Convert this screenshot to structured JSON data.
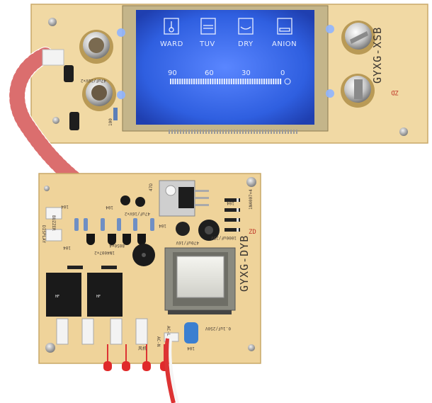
{
  "display_board": {
    "lcd_labels": [
      "WARD",
      "TUV",
      "DRY",
      "ANION"
    ],
    "scale_labels": [
      "90",
      "60",
      "30",
      "0"
    ],
    "model_text": "GYXG-XSB",
    "logo_text": "ZD",
    "silk_cap": "47uF/16V×2",
    "silk_res": "100",
    "colors": {
      "pcb": "#f1d9a4",
      "lcd": "#2f5fe0",
      "lcd_glow": "#6f9bff"
    }
  },
  "power_board": {
    "model_text": "GYXG-DYB",
    "logo_text": "ZD",
    "silk_labels": {
      "diode1": "1N4007×4",
      "diode2": "1N4007×2",
      "cap_big": "1000uF/25V",
      "cap_small": "470uF/16V",
      "trans": "8050×4",
      "cap_x": "0.1uF/250V",
      "cap_47": "47uF/16V×2",
      "ref_104a": "104",
      "ref_104b": "104",
      "ref_104c": "104",
      "ref_104d": "104",
      "ref_104e": "104",
      "ref_104f": "104",
      "ref_47": "47Ω",
      "buzzer": "BUZZER",
      "display": "DISPLAY",
      "ac_l": "AC-L",
      "ac_n": "AC-N",
      "fan": "风机"
    },
    "relay_labels": [
      "HF",
      "HF"
    ],
    "colors": {
      "pcb": "#efd39a",
      "transformer": "#e6e6e0"
    }
  }
}
